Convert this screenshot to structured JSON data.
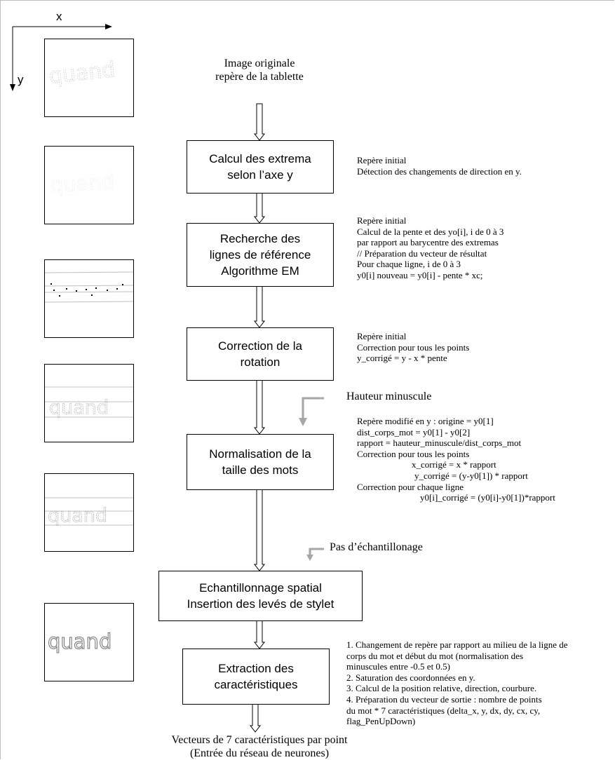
{
  "axes": {
    "x_label": "x",
    "y_label": "y"
  },
  "start": {
    "lines": [
      "Image originale",
      "repère de la tablette"
    ]
  },
  "steps": [
    {
      "lines": [
        "Calcul des extrema",
        "selon l’axe y"
      ],
      "notes": [
        "Repère initial",
        "Détection des changements de direction en y."
      ]
    },
    {
      "lines": [
        "Recherche des",
        "lignes de référence",
        "Algorithme EM"
      ],
      "notes": [
        "Repère initial",
        "Calcul de la pente et des yo[i], i de 0 à 3",
        "par rapport au barycentre des extremas",
        "// Préparation du vecteur de résultat",
        "Pour chaque ligne, i de 0 à 3",
        "y0[i] nouveau = y0[i] - pente * xc;"
      ]
    },
    {
      "lines": [
        "Correction de la",
        "rotation"
      ],
      "notes": [
        "Repère initial",
        "Correction pour tous les points",
        "y_corrigé = y - x * pente"
      ]
    },
    {
      "lines": [
        "Normalisation de la",
        "taille des mots"
      ],
      "notes": [
        "Repère modifié en y : origine = y0[1]",
        "dist_corps_mot = y0[1] - y0[2]",
        "rapport = hauteur_minuscule/dist_corps_mot",
        "Correction  pour tous les points",
        "x_corrigé = x * rapport",
        "y_corrigé = (y-y0[1]) * rapport",
        "Correction pour chaque ligne",
        "y0[i]_corrigé = (y0[i]-y0[1])*rapport"
      ]
    },
    {
      "lines": [
        "Echantillonnage spatial",
        "Insertion des levés de stylet"
      ]
    },
    {
      "lines": [
        "Extraction des",
        "caractéristiques"
      ],
      "notes": [
        "1. Changement de repère par rapport au milieu de la ligne de",
        "corps du mot et début du mot (normalisation des",
        "minuscules  entre -0.5 et 0.5)",
        "2. Saturation des coordonnées en y.",
        "3. Calcul de la position relative, direction, courbure.",
        "4. Préparation du vecteur de sortie : nombre de points",
        "du mot * 7 caractéristiques (delta_x, y, dx, dy, cx, cy,",
        "flag_PenUpDown)"
      ]
    }
  ],
  "params": {
    "normalisation": "Hauteur minuscule",
    "echantillonnage": "Pas d’échantillonage"
  },
  "output": {
    "lines": [
      "Vecteurs de 7 caractéristiques par point",
      "(Entrée du réseau de neurones)"
    ]
  },
  "thumbnails": {
    "word": "quand"
  }
}
